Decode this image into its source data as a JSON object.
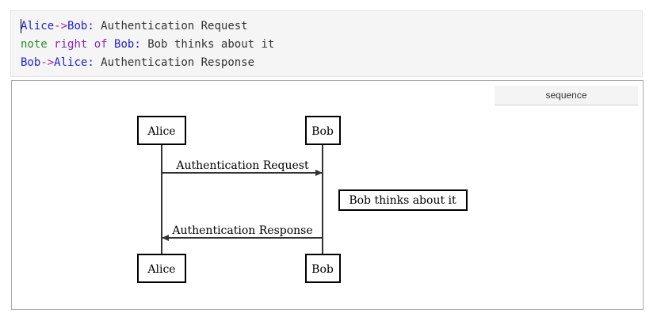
{
  "editor": {
    "lines": [
      [
        {
          "text": "Alice",
          "role": "actor"
        },
        {
          "text": "->",
          "role": "arrow"
        },
        {
          "text": "Bob",
          "role": "actor"
        },
        {
          "text": ":",
          "role": "punct"
        },
        {
          "text": " Authentication Request",
          "role": "message"
        }
      ],
      [
        {
          "text": "note",
          "role": "keyword"
        },
        {
          "text": " ",
          "role": "message"
        },
        {
          "text": "right of",
          "role": "placement"
        },
        {
          "text": " ",
          "role": "message"
        },
        {
          "text": "Bob",
          "role": "actor"
        },
        {
          "text": ":",
          "role": "punct"
        },
        {
          "text": " Bob thinks about it",
          "role": "message"
        }
      ],
      [
        {
          "text": "Bob",
          "role": "actor"
        },
        {
          "text": "->",
          "role": "arrow"
        },
        {
          "text": "Alice",
          "role": "actor"
        },
        {
          "text": ":",
          "role": "punct"
        },
        {
          "text": " Authentication Response",
          "role": "message"
        }
      ]
    ],
    "colors": {
      "actor": "#2222cc",
      "arrow": "#aa2299",
      "punct": "#2222cc",
      "message": "#333333",
      "keyword": "#2a8c2a",
      "placement": "#8a2bb8"
    }
  },
  "theme_select": {
    "value": "sequence"
  },
  "diagram": {
    "actors": [
      "Alice",
      "Bob"
    ],
    "messages": [
      {
        "from": "Alice",
        "to": "Bob",
        "text": "Authentication Request"
      },
      {
        "from": "Bob",
        "to": "Alice",
        "text": "Authentication Response"
      }
    ],
    "note": {
      "placement": "right of",
      "actor": "Bob",
      "text": "Bob thinks about it"
    }
  }
}
